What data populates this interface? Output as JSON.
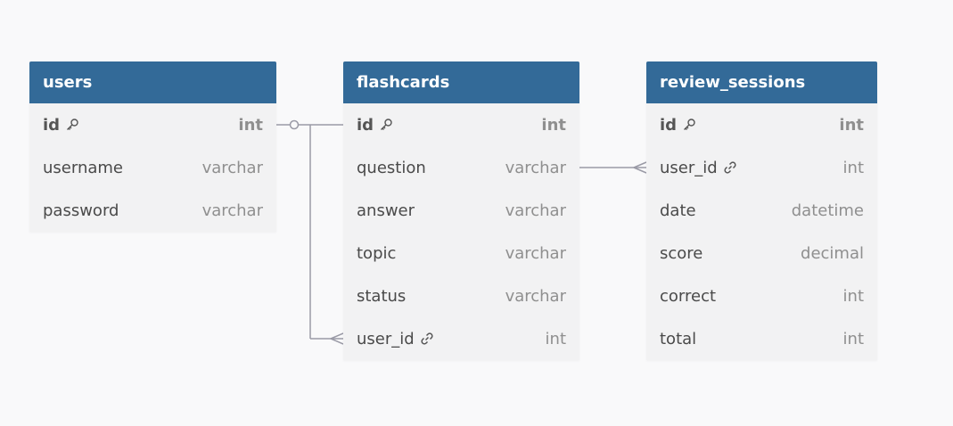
{
  "tables": [
    {
      "name": "users",
      "fields": [
        {
          "name": "id",
          "type": "int",
          "pk": true,
          "icon": "key-icon"
        },
        {
          "name": "username",
          "type": "varchar"
        },
        {
          "name": "password",
          "type": "varchar"
        }
      ]
    },
    {
      "name": "flashcards",
      "fields": [
        {
          "name": "id",
          "type": "int",
          "pk": true,
          "icon": "key-icon"
        },
        {
          "name": "question",
          "type": "varchar"
        },
        {
          "name": "answer",
          "type": "varchar"
        },
        {
          "name": "topic",
          "type": "varchar"
        },
        {
          "name": "status",
          "type": "varchar"
        },
        {
          "name": "user_id",
          "type": "int",
          "icon": "link-icon"
        }
      ]
    },
    {
      "name": "review_sessions",
      "fields": [
        {
          "name": "id",
          "type": "int",
          "pk": true,
          "icon": "key-icon"
        },
        {
          "name": "user_id",
          "type": "int",
          "icon": "link-icon"
        },
        {
          "name": "date",
          "type": "datetime"
        },
        {
          "name": "score",
          "type": "decimal"
        },
        {
          "name": "correct",
          "type": "int"
        },
        {
          "name": "total",
          "type": "int"
        }
      ]
    }
  ],
  "colors": {
    "header": "#336a98",
    "background": "#f9f9fa",
    "table_body": "#f2f2f3",
    "connector": "#9a9aa6"
  }
}
